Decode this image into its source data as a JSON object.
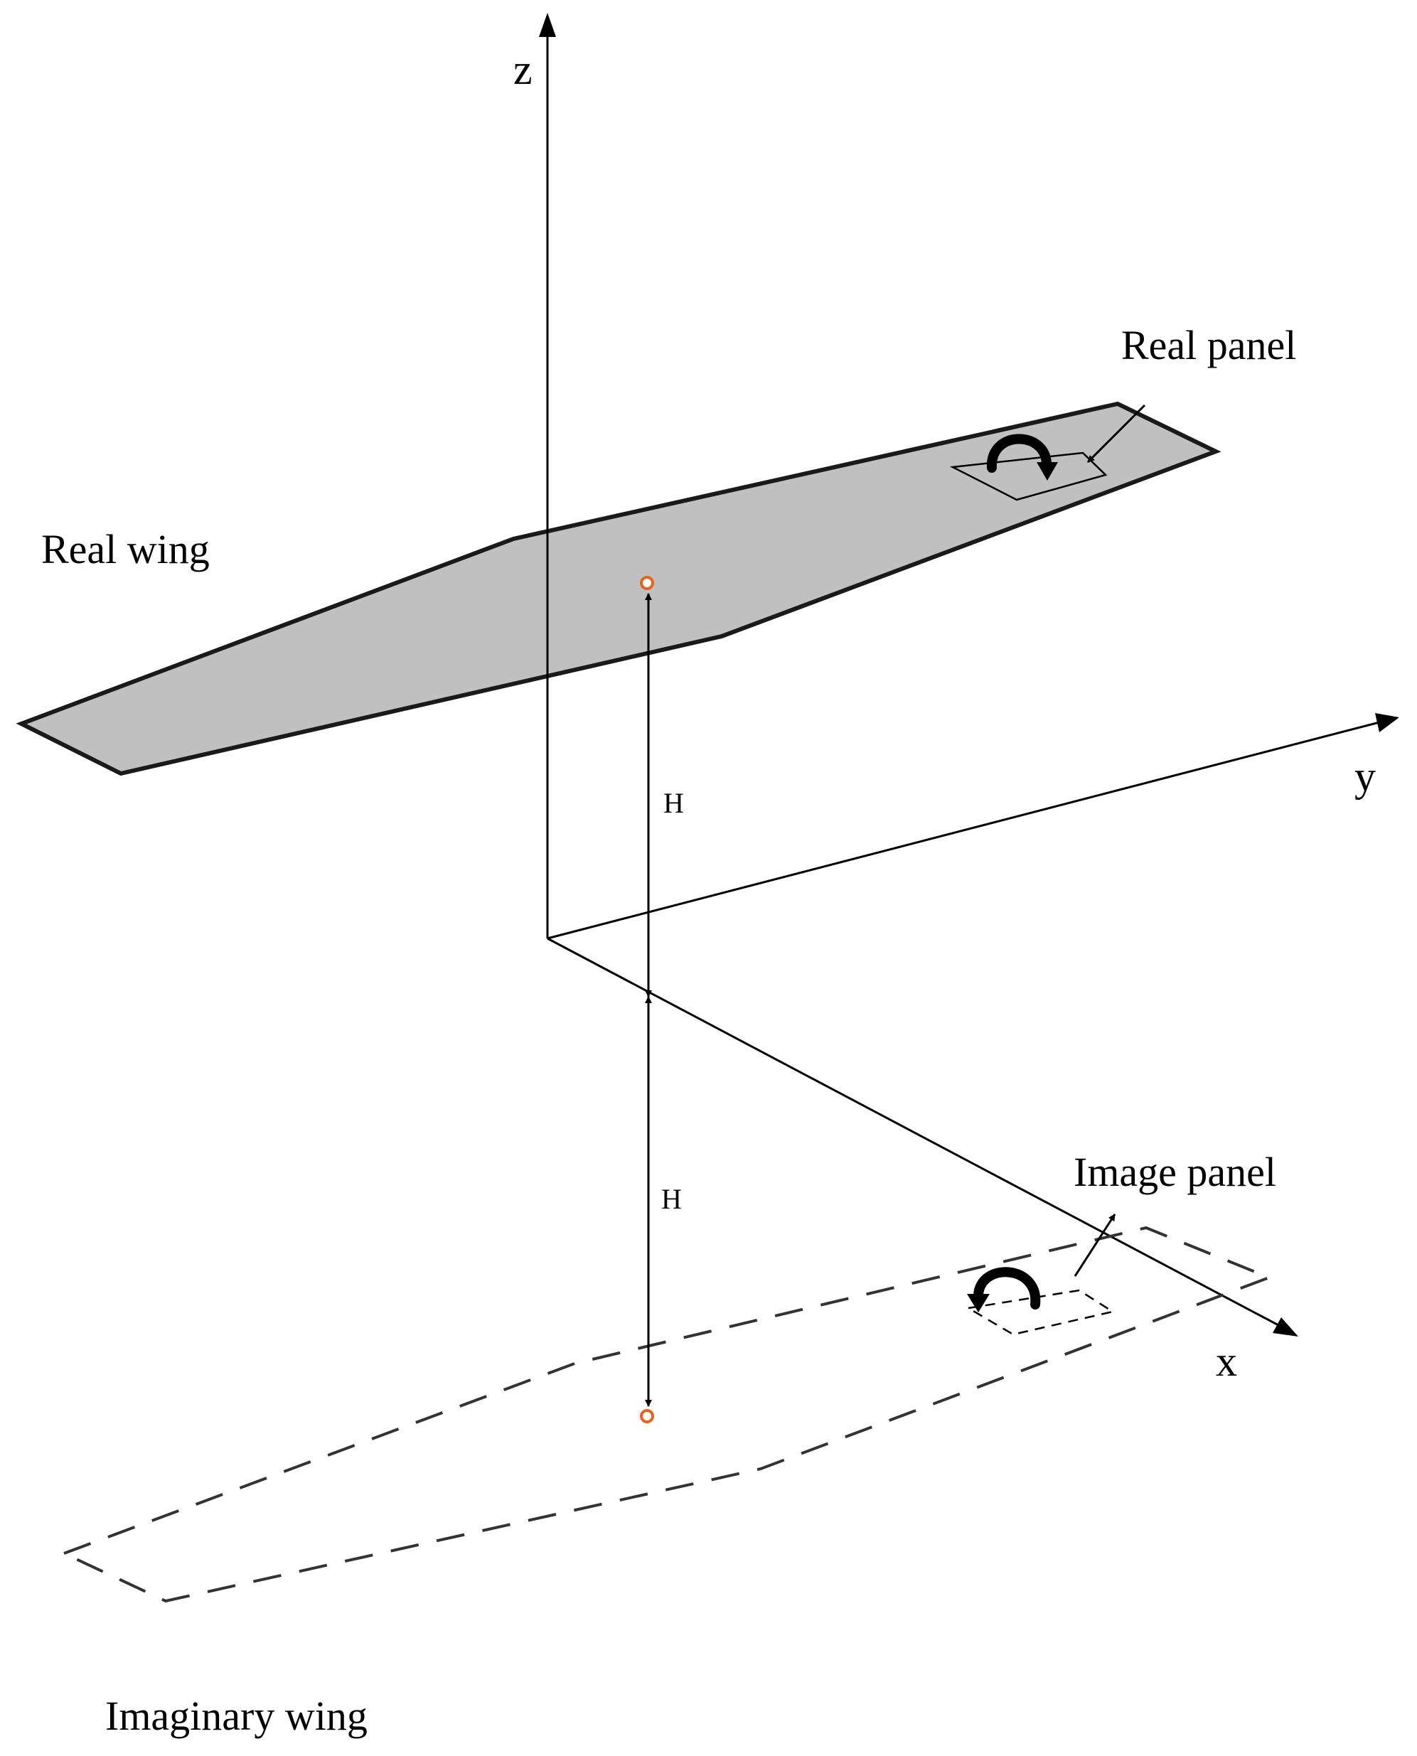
{
  "axes": {
    "z": "z",
    "y": "y",
    "x": "x"
  },
  "labels": {
    "real_wing": "Real wing",
    "real_panel": "Real panel",
    "image_panel": "Image panel",
    "imaginary_wing": "Imaginary wing",
    "height_upper": "H",
    "height_lower": "H"
  },
  "colors": {
    "wing_fill": "#c0c0c0",
    "line": "#000000",
    "marker": "#e8641e"
  },
  "icons": {
    "real_panel_rotation": "curved-arrow-icon",
    "image_panel_rotation": "curved-arrow-icon"
  }
}
